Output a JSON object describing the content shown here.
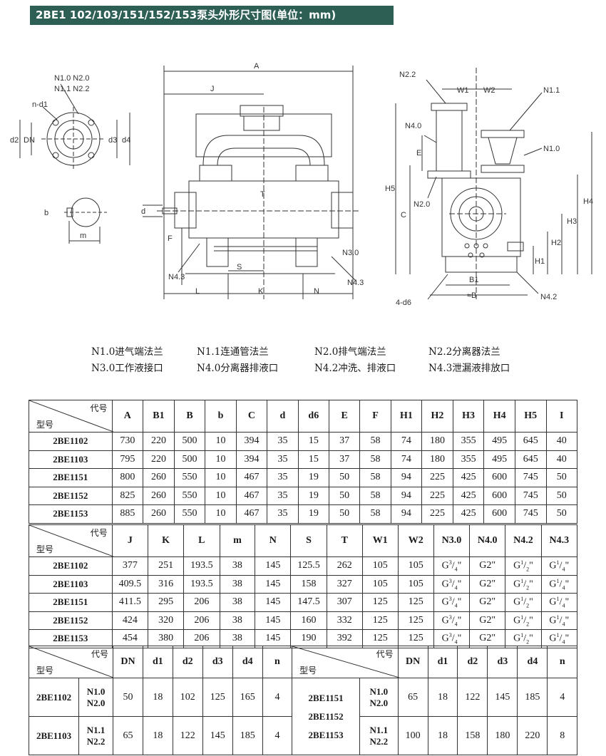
{
  "title": "2BE1 102/103/151/152/153泵头外形尺寸图(单位：mm)",
  "drawing_labels": {
    "flange": {
      "n1": "N1.0 N2.0",
      "n2": "N1.1 N2.2",
      "n_d1": "n-d1",
      "d2": "d2",
      "dn": "DN",
      "d3": "d3",
      "d4": "d4"
    },
    "shaft": {
      "b": "b",
      "m": "m"
    },
    "front": {
      "a": "A",
      "j": "J",
      "t": "T",
      "d": "d",
      "f": "F",
      "s": "S",
      "l": "L",
      "k": "K",
      "n": "N",
      "n30": "N3.0",
      "n43a": "N4.3",
      "n43b": "N4.3"
    },
    "side": {
      "n22": "N2.2",
      "w1": "W1",
      "w2": "W2",
      "n11": "N1.1",
      "n40": "N4.0",
      "e": "E",
      "n10": "N1.0",
      "h5": "H5",
      "n20": "N2.0",
      "c": "C",
      "h4": "H4",
      "h3": "H3",
      "h2": "H2",
      "h1": "H1",
      "b1": "B1",
      "b": "≈B",
      "d6": "4-d6",
      "n42": "N4.2"
    }
  },
  "legend": [
    [
      "N1.0进气端法兰",
      "N1.1连通管法兰",
      "N2.0排气端法兰",
      "N2.2分离器法兰"
    ],
    [
      "N3.0工作液接口",
      "N4.0分离器排液口",
      "N4.2冲洗、排液口",
      "N4.3泄漏液排放口"
    ]
  ],
  "table1": {
    "corner_top": "代号",
    "corner_bottom": "型号",
    "headers": [
      "A",
      "B1",
      "B",
      "b",
      "C",
      "d",
      "d6",
      "E",
      "F",
      "H1",
      "H2",
      "H3",
      "H4",
      "H5",
      "I"
    ],
    "rows": [
      {
        "model": "2BE1102",
        "values": [
          "730",
          "220",
          "500",
          "10",
          "394",
          "35",
          "15",
          "37",
          "58",
          "74",
          "180",
          "355",
          "495",
          "645",
          "40"
        ]
      },
      {
        "model": "2BE1103",
        "values": [
          "795",
          "220",
          "500",
          "10",
          "394",
          "35",
          "15",
          "37",
          "58",
          "74",
          "180",
          "355",
          "495",
          "645",
          "40"
        ]
      },
      {
        "model": "2BE1151",
        "values": [
          "800",
          "260",
          "550",
          "10",
          "467",
          "35",
          "19",
          "50",
          "58",
          "94",
          "225",
          "425",
          "600",
          "745",
          "50"
        ]
      },
      {
        "model": "2BE1152",
        "values": [
          "825",
          "260",
          "550",
          "10",
          "467",
          "35",
          "19",
          "50",
          "58",
          "94",
          "225",
          "425",
          "600",
          "745",
          "50"
        ]
      },
      {
        "model": "2BE1153",
        "values": [
          "885",
          "260",
          "550",
          "10",
          "467",
          "35",
          "19",
          "50",
          "58",
          "94",
          "225",
          "425",
          "600",
          "745",
          "50"
        ]
      }
    ]
  },
  "table2": {
    "corner_top": "代号",
    "corner_bottom": "型号",
    "headers": [
      "J",
      "K",
      "L",
      "m",
      "N",
      "S",
      "T",
      "W1",
      "W2",
      "N3.0",
      "N4.0",
      "N4.2",
      "N4.3"
    ],
    "rows": [
      {
        "model": "2BE1102",
        "values": [
          "377",
          "251",
          "193.5",
          "38",
          "145",
          "125.5",
          "262",
          "105",
          "105",
          "G3/4\"",
          "G2\"",
          "G1/2\"",
          "G1/4\""
        ]
      },
      {
        "model": "2BE1103",
        "values": [
          "409.5",
          "316",
          "193.5",
          "38",
          "145",
          "158",
          "327",
          "105",
          "105",
          "G3/4\"",
          "G2\"",
          "G1/2\"",
          "G1/4\""
        ]
      },
      {
        "model": "2BE1151",
        "values": [
          "411.5",
          "295",
          "206",
          "38",
          "145",
          "147.5",
          "307",
          "125",
          "125",
          "G3/4\"",
          "G2\"",
          "G1/2\"",
          "G1/4\""
        ]
      },
      {
        "model": "2BE1152",
        "values": [
          "424",
          "320",
          "206",
          "38",
          "145",
          "160",
          "332",
          "125",
          "125",
          "G3/4\"",
          "G2\"",
          "G1/2\"",
          "G1/4\""
        ]
      },
      {
        "model": "2BE1153",
        "values": [
          "454",
          "380",
          "206",
          "38",
          "145",
          "190",
          "392",
          "125",
          "125",
          "G3/4\"",
          "G2\"",
          "G1/2\"",
          "G1/4\""
        ]
      }
    ]
  },
  "table3": {
    "corner_top": "代号",
    "corner_bottom": "型号",
    "headers": [
      "DN",
      "d1",
      "d2",
      "d3",
      "d4",
      "n"
    ],
    "left": {
      "models": [
        "2BE1102",
        "2BE1103"
      ],
      "groups": [
        {
          "codes": [
            "N1.0",
            "N2.0"
          ],
          "values": [
            "50",
            "18",
            "102",
            "125",
            "165",
            "4"
          ]
        },
        {
          "codes": [
            "N1.1",
            "N2.2"
          ],
          "values": [
            "65",
            "18",
            "122",
            "145",
            "185",
            "4"
          ]
        }
      ]
    },
    "right": {
      "models": [
        "2BE1151",
        "2BE1152",
        "2BE1153"
      ],
      "groups": [
        {
          "codes": [
            "N1.0",
            "N2.0"
          ],
          "values": [
            "65",
            "18",
            "122",
            "145",
            "185",
            "4"
          ]
        },
        {
          "codes": [
            "N1.1",
            "N2.2"
          ],
          "values": [
            "100",
            "18",
            "158",
            "180",
            "220",
            "8"
          ]
        }
      ]
    }
  }
}
